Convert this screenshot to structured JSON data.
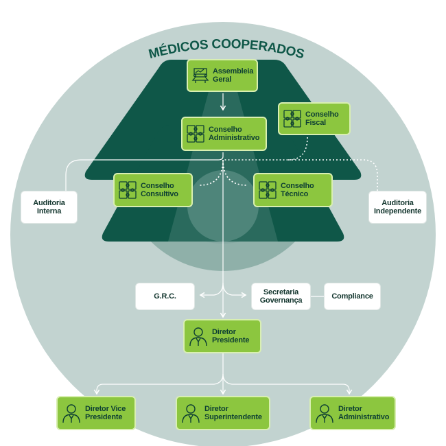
{
  "title": "MÉDICOS COOPERADOS",
  "boxes": {
    "assembleia": "Assembleia Geral",
    "conselho_fiscal": "Conselho Fiscal",
    "conselho_administrativo": "Conselho Administrativo",
    "conselho_consultivo": "Conselho Consultivo",
    "conselho_tecnico": "Conselho Técnico",
    "auditoria_interna": "Auditoria Interna",
    "auditoria_independente": "Auditoria Independente",
    "grc": "G.R.C.",
    "secretaria": "Secretaria Governança",
    "compliance": "Compliance",
    "diretor_presidente": "Diretor Presidente",
    "diretor_vice": "Diretor Vice Presidente",
    "diretor_superintendente": "Diretor Superintendente",
    "diretor_administrativo": "Diretor Administrativo"
  },
  "icons": {
    "assembleia": "meeting-table-icon",
    "conselhos": "puzzle-icon",
    "diretores": "person-icon"
  },
  "colors": {
    "circle_outer": "#c2d3d0",
    "circle_inner": "#8fb0a9",
    "tree_dark": "#0f5748",
    "box_green": "#8cc63f",
    "title_green": "#0f5748"
  }
}
